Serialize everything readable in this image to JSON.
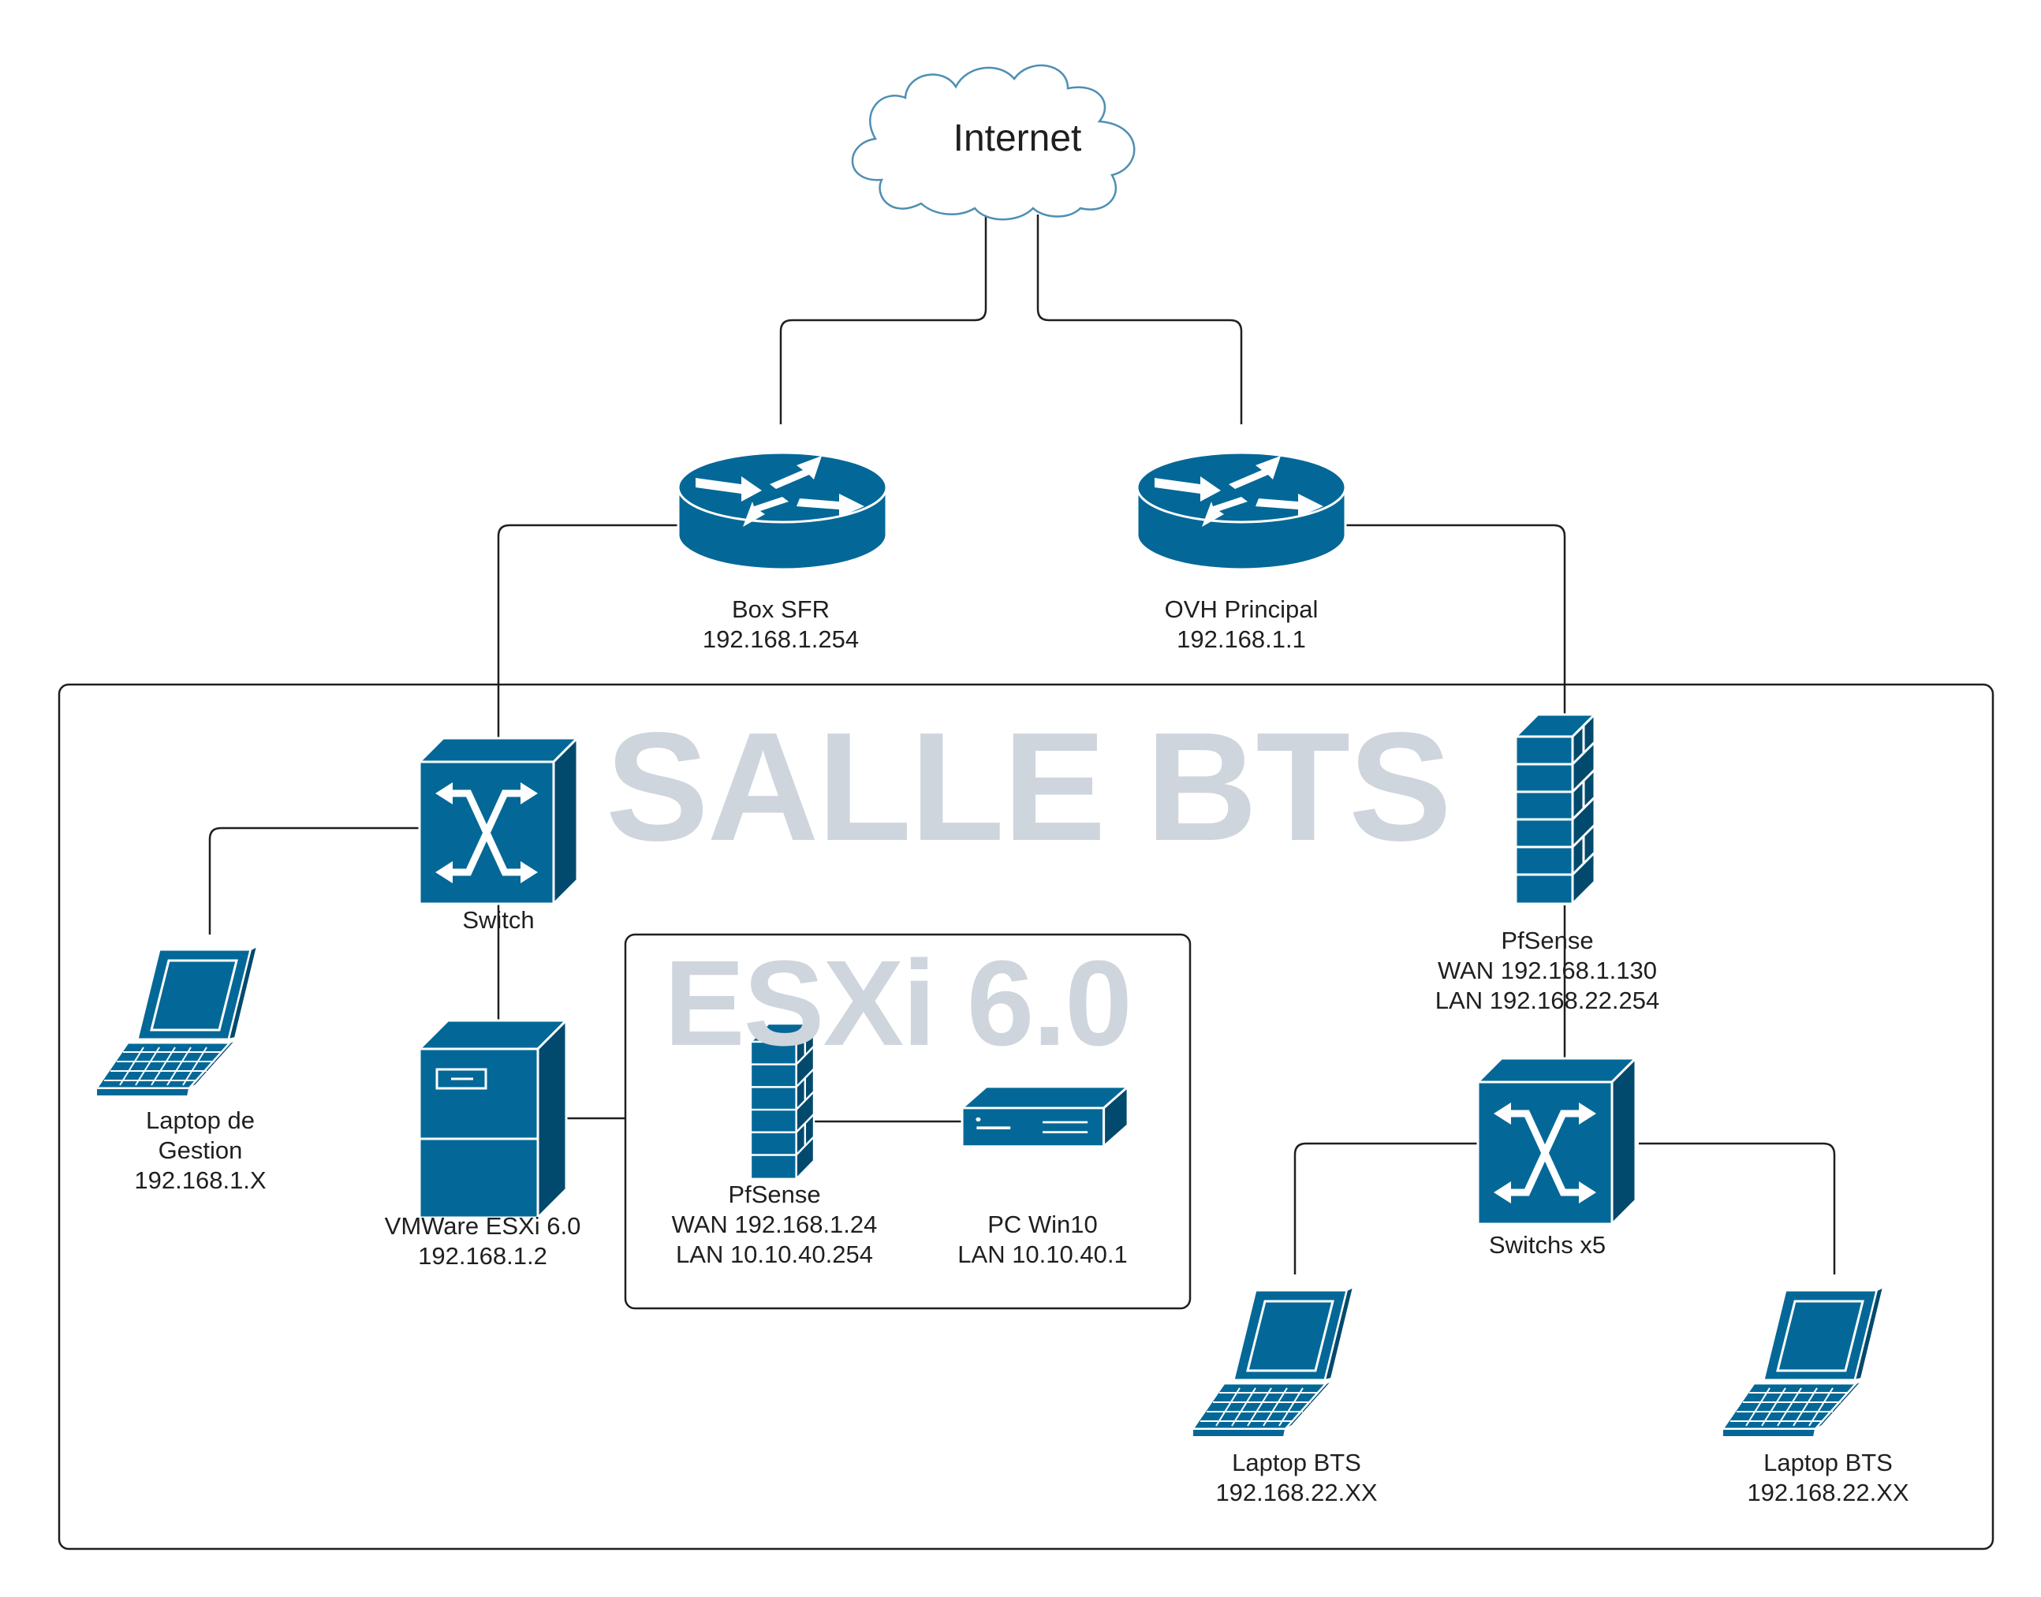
{
  "colors": {
    "device": "#036897",
    "device_dark": "#024a6d",
    "line": "#1f1f1f",
    "watermark": "#cfd5dd",
    "cloud_stroke": "#4e8fb3"
  },
  "internet": {
    "label": "Internet"
  },
  "zones": {
    "salle": {
      "title": "SALLE BTS"
    },
    "esxi": {
      "title": "ESXi 6.0"
    }
  },
  "devices": {
    "box_sfr": {
      "icon": "router-icon",
      "lines": [
        "Box SFR",
        "192.168.1.254"
      ]
    },
    "ovh": {
      "icon": "router-icon",
      "lines": [
        "OVH Principal",
        "192.168.1.1"
      ]
    },
    "switch_left": {
      "icon": "switch-icon",
      "lines": [
        "Switch"
      ]
    },
    "laptop_gestion": {
      "icon": "laptop-icon",
      "lines": [
        "Laptop de",
        "Gestion",
        "192.168.1.X"
      ]
    },
    "vmware": {
      "icon": "server-tower-icon",
      "lines": [
        "VMWare ESXi 6.0",
        "192.168.1.2"
      ]
    },
    "pfsense_vm": {
      "icon": "firewall-icon",
      "lines": [
        "PfSense",
        "WAN 192.168.1.24",
        "LAN 10.10.40.254"
      ]
    },
    "pc_win10": {
      "icon": "desktop-box-icon",
      "lines": [
        "PC Win10",
        "LAN 10.10.40.1"
      ]
    },
    "pfsense_main": {
      "icon": "firewall-icon",
      "lines": [
        "PfSense",
        "WAN 192.168.1.130",
        "LAN 192.168.22.254"
      ]
    },
    "switchs_x5": {
      "icon": "switch-icon",
      "lines": [
        "Switchs x5"
      ]
    },
    "laptop_bts_1": {
      "icon": "laptop-icon",
      "lines": [
        "Laptop BTS",
        "192.168.22.XX"
      ]
    },
    "laptop_bts_2": {
      "icon": "laptop-icon",
      "lines": [
        "Laptop BTS",
        "192.168.22.XX"
      ]
    }
  }
}
